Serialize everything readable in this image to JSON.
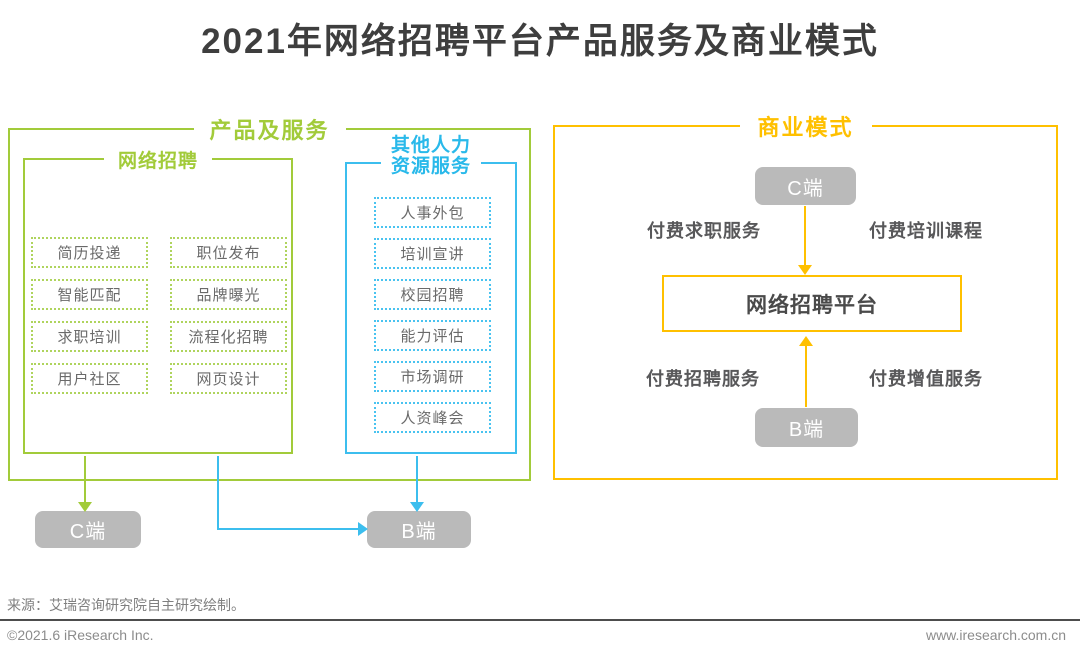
{
  "title": "2021年网络招聘平台产品服务及商业模式",
  "palette": {
    "green": "#A2CB3A",
    "cyan": "#3CBEEE",
    "yellow": "#FFC000",
    "button_gray": "#BABABA",
    "title_text": "#3E3E3E",
    "item_text": "#6A6A6A",
    "fee_text": "#58585A"
  },
  "products_section": {
    "label": "产品及服务",
    "online_recruitment": {
      "label": "网络招聘",
      "items_column_major": [
        "简历投递",
        "智能匹配",
        "求职培训",
        "用户社区",
        "职位发布",
        "品牌曝光",
        "流程化招聘",
        "网页设计"
      ]
    },
    "other_hr_services": {
      "label_line1": "其他人力",
      "label_line2": "资源服务",
      "items": [
        "人事外包",
        "培训宣讲",
        "校园招聘",
        "能力评估",
        "市场调研",
        "人资峰会"
      ]
    },
    "c_terminal": "C端",
    "b_terminal": "B端"
  },
  "business_section": {
    "label": "商业模式",
    "c_terminal": "C端",
    "b_terminal": "B端",
    "platform": "网络招聘平台",
    "fees": {
      "top_left": "付费求职服务",
      "top_right": "付费培训课程",
      "bottom_left": "付费招聘服务",
      "bottom_right": "付费增值服务"
    }
  },
  "footer": {
    "source": "来源：艾瑞咨询研究院自主研究绘制。",
    "copyright": "©2021.6 iResearch Inc.",
    "website": "www.iresearch.com.cn"
  }
}
